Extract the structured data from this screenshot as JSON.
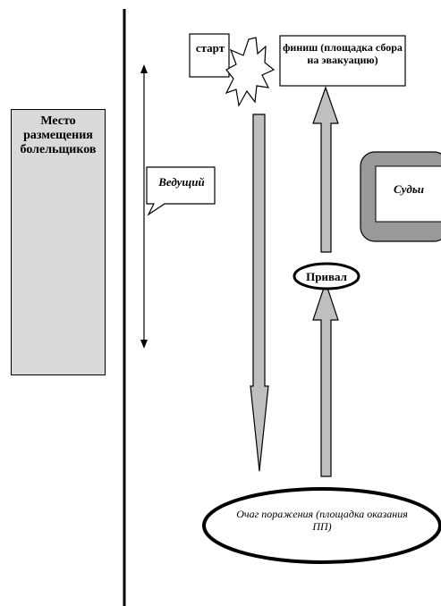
{
  "labels": {
    "fans_area": "Место размещения болельщиков",
    "start": "старт",
    "finish": "финиш (площадка сбора на эвакуацию)",
    "leader": "Ведущий",
    "judges": "Судьи",
    "rest": "Привал",
    "focus": "Очаг поражения (площадка оказания ПП)"
  },
  "colors": {
    "line": "#000000",
    "arrow_fill": "#bfbfbf",
    "fans_fill": "#d9d9d9",
    "judges_fill": "#999999"
  },
  "icons": {
    "smiley": "smiley-face-icon",
    "starburst": "starburst-icon"
  }
}
